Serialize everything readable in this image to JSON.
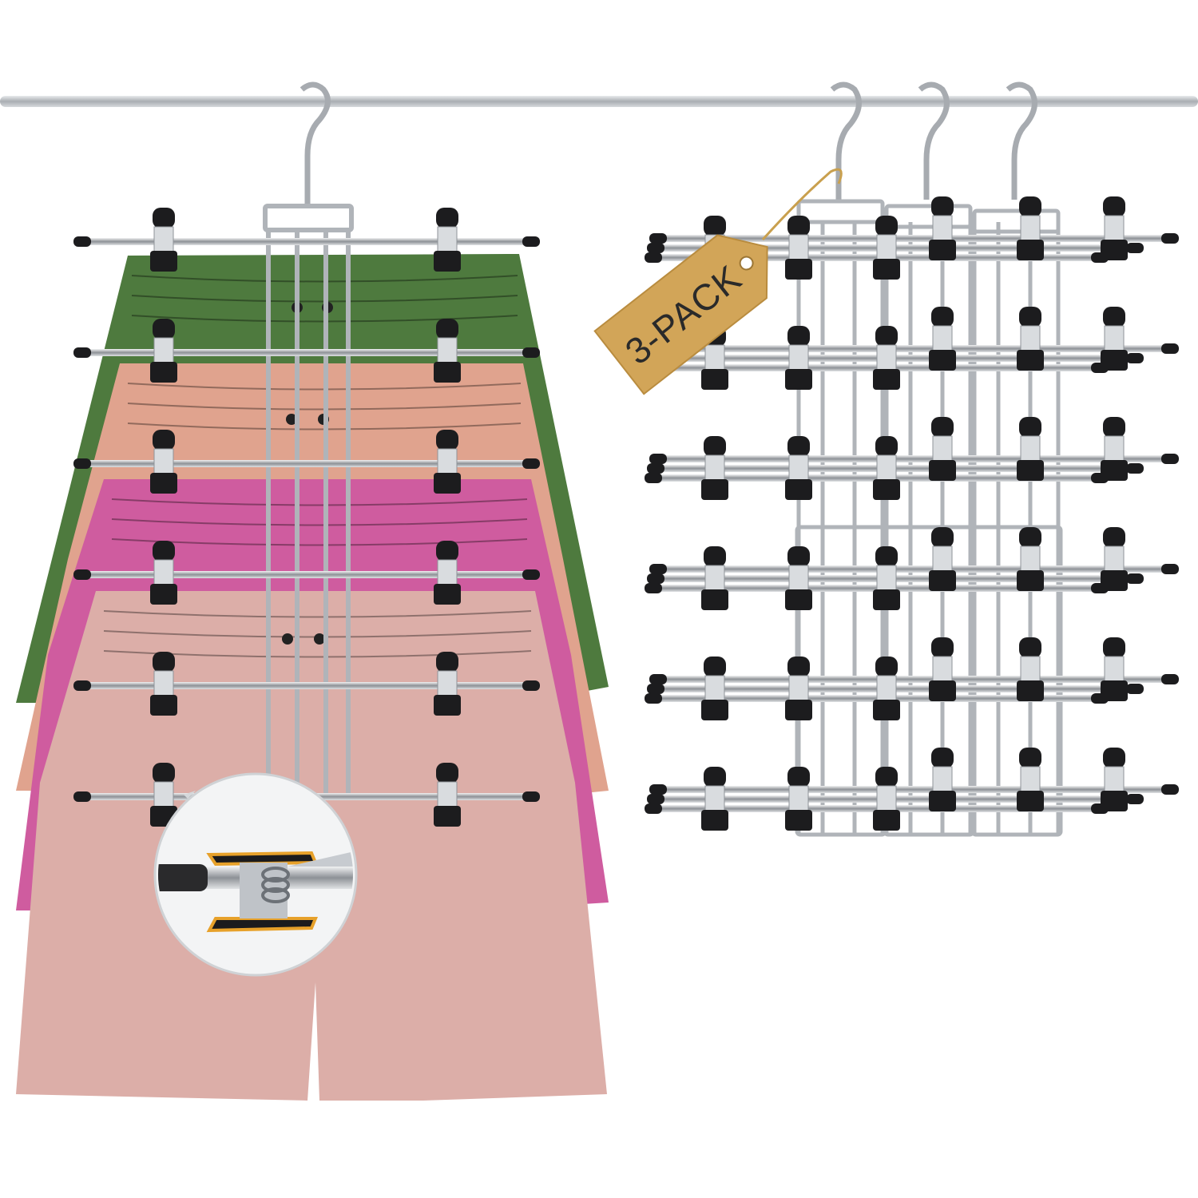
{
  "tag": {
    "label": "3-PACK",
    "color": "#d2a558",
    "string_color": "#c9a04e"
  },
  "colors": {
    "rod": "#b9bcc0",
    "chrome": "#c8ccd1",
    "clip_black": "#1c1c1e",
    "clip_silver": "#d9dcdf",
    "shorts_green": "#4e7a3e",
    "shorts_peach": "#e3a48f",
    "shorts_pink": "#d05ea0",
    "shorts_blush": "#dfb3ad",
    "zoom_accent": "#e7a12a"
  },
  "product": {
    "pack_count": 3,
    "tiers_per_hanger": 6,
    "clips_per_tier": 2
  },
  "icons": {
    "zoom": "clip-closeup-icon",
    "tag": "price-tag-icon"
  }
}
